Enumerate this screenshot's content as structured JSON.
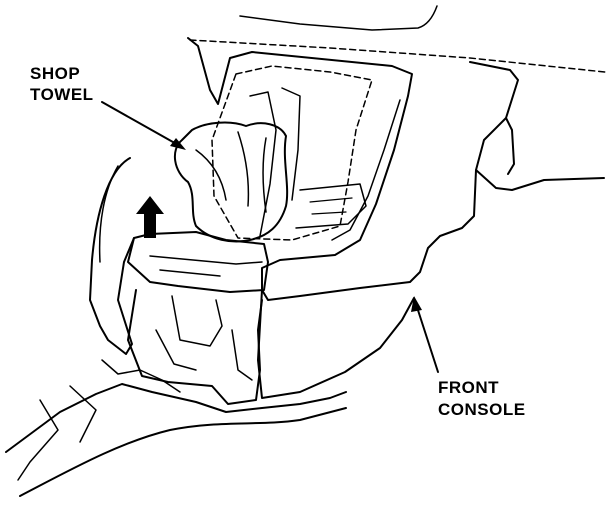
{
  "labels": {
    "shop_towel": [
      "SHOP",
      "TOWEL"
    ],
    "front_console": [
      "FRONT",
      "CONSOLE"
    ]
  },
  "colors": {
    "ink": "#000000",
    "paper": "#ffffff"
  },
  "icons": {
    "lift_direction": "up-arrow-icon"
  }
}
